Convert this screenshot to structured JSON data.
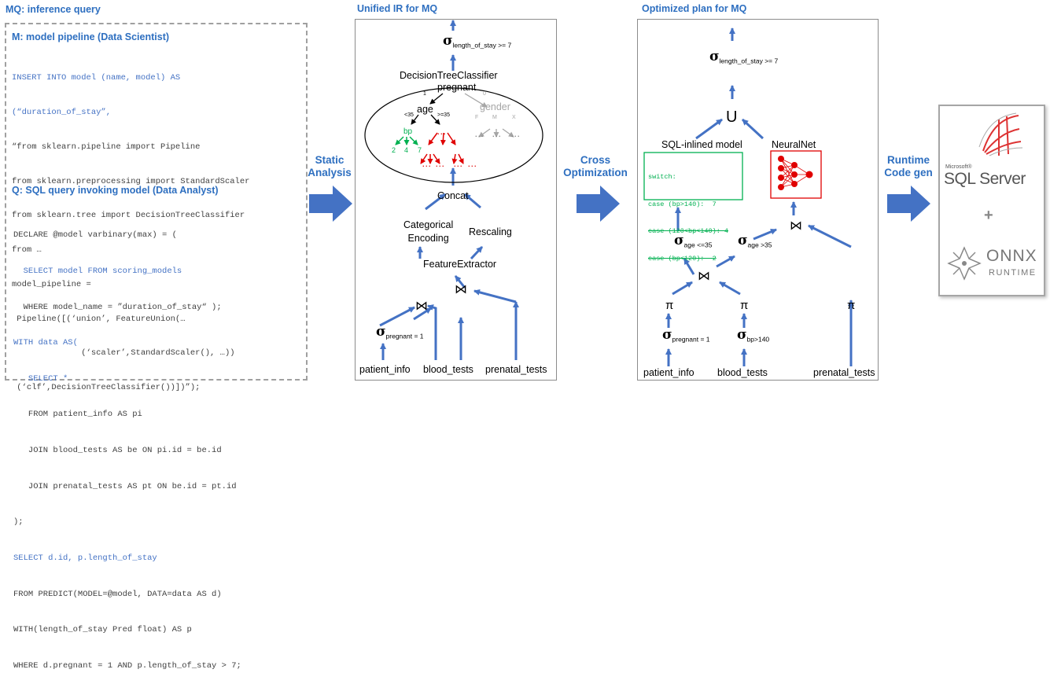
{
  "left": {
    "mq_title": "MQ: inference query",
    "m_title": "M: model pipeline (Data Scientist)",
    "m_code": [
      "INSERT INTO model (name, model) AS",
      "(“duration_of_stay”,",
      "“from sklearn.pipeline import Pipeline",
      "from sklearn.preprocessing import StandardScaler",
      "from sklearn.tree import DecisionTreeClassifier",
      "from …",
      "model_pipeline =",
      " Pipeline([(‘union’, FeatureUnion(…",
      "              (‘scaler’,StandardScaler(), …))",
      " (‘clf’,DecisionTreeClassifier())])”);"
    ],
    "q_title": "Q: SQL query invoking model (Data Analyst)",
    "q_code": [
      "DECLARE @model varbinary(max) = (",
      "  SELECT model FROM scoring_models",
      "  WHERE model_name = ”duration_of_stay“ );",
      "WITH data AS(",
      "   SELECT *",
      "   FROM patient_info AS pi",
      "   JOIN blood_tests AS be ON pi.id = be.id",
      "   JOIN prenatal_tests AS pt ON be.id = pt.id",
      ");",
      "SELECT d.id, p.length_of_stay",
      "FROM PREDICT(MODEL=@model, DATA=data AS d)",
      "WITH(length_of_stay Pred float) AS p",
      "WHERE d.pregnant = 1 AND p.length_of_stay > 7;"
    ]
  },
  "arrows": {
    "static_analysis": [
      "Static",
      "Analysis"
    ],
    "cross_optimization": [
      "Cross",
      "Optimization"
    ],
    "runtime_codegen": [
      "Runtime",
      "Code gen"
    ]
  },
  "ir": {
    "title": "Unified IR for MQ",
    "sigma_top_sub": "length_of_stay >= 7",
    "dtc": "DecisionTreeClassifier",
    "pregnant": "pregnant",
    "age": "age",
    "gender": "gender",
    "bp": "bp",
    "edge_lt35": "<35",
    "edge_ge35": ">=35",
    "edge_1": "1",
    "edge_0": "0",
    "leaf_2": "2",
    "leaf_4": "4",
    "leaf_7": "7",
    "g_f": "F",
    "g_m": "M",
    "g_x": "X",
    "dots": "…",
    "concat": "Concat",
    "cat_enc_1": "Categorical",
    "cat_enc_2": "Encoding",
    "rescaling": "Rescaling",
    "feature_extractor": "FeatureExtractor",
    "join": "⋈",
    "sigma_preg_sub": "pregnant = 1",
    "patient_info": "patient_info",
    "blood_tests": "blood_tests",
    "prenatal_tests": "prenatal_tests"
  },
  "opt": {
    "title": "Optimized plan for MQ",
    "sigma_top_sub": "length_of_stay >= 7",
    "union": "U",
    "sql_inlined": "SQL-inlined model",
    "neuralnet": "NeuralNet",
    "switch_lines": [
      "switch:",
      "case (bp>140):  7",
      "case (120<bp<140): 4",
      "case (bp<120):  2"
    ],
    "sigma_age_le": "age <=35",
    "sigma_age_gt": "age >35",
    "join": "⋈",
    "pi": "π",
    "sigma_preg_sub": "pregnant = 1",
    "sigma_bp_sub": "bp>140",
    "patient_info": "patient_info",
    "blood_tests": "blood_tests",
    "prenatal_tests": "prenatal_tests"
  },
  "runtime": {
    "ms_small": "Microsoft®",
    "sql_server": "SQL Server",
    "plus": "+",
    "onnx": "ONNX",
    "onnx_runtime": "RUNTIME"
  },
  "colors": {
    "blue": "#4472c4",
    "title_blue": "#2e6fc0",
    "green": "#00b050",
    "red": "#e00000",
    "gray": "#a6a6a6"
  }
}
